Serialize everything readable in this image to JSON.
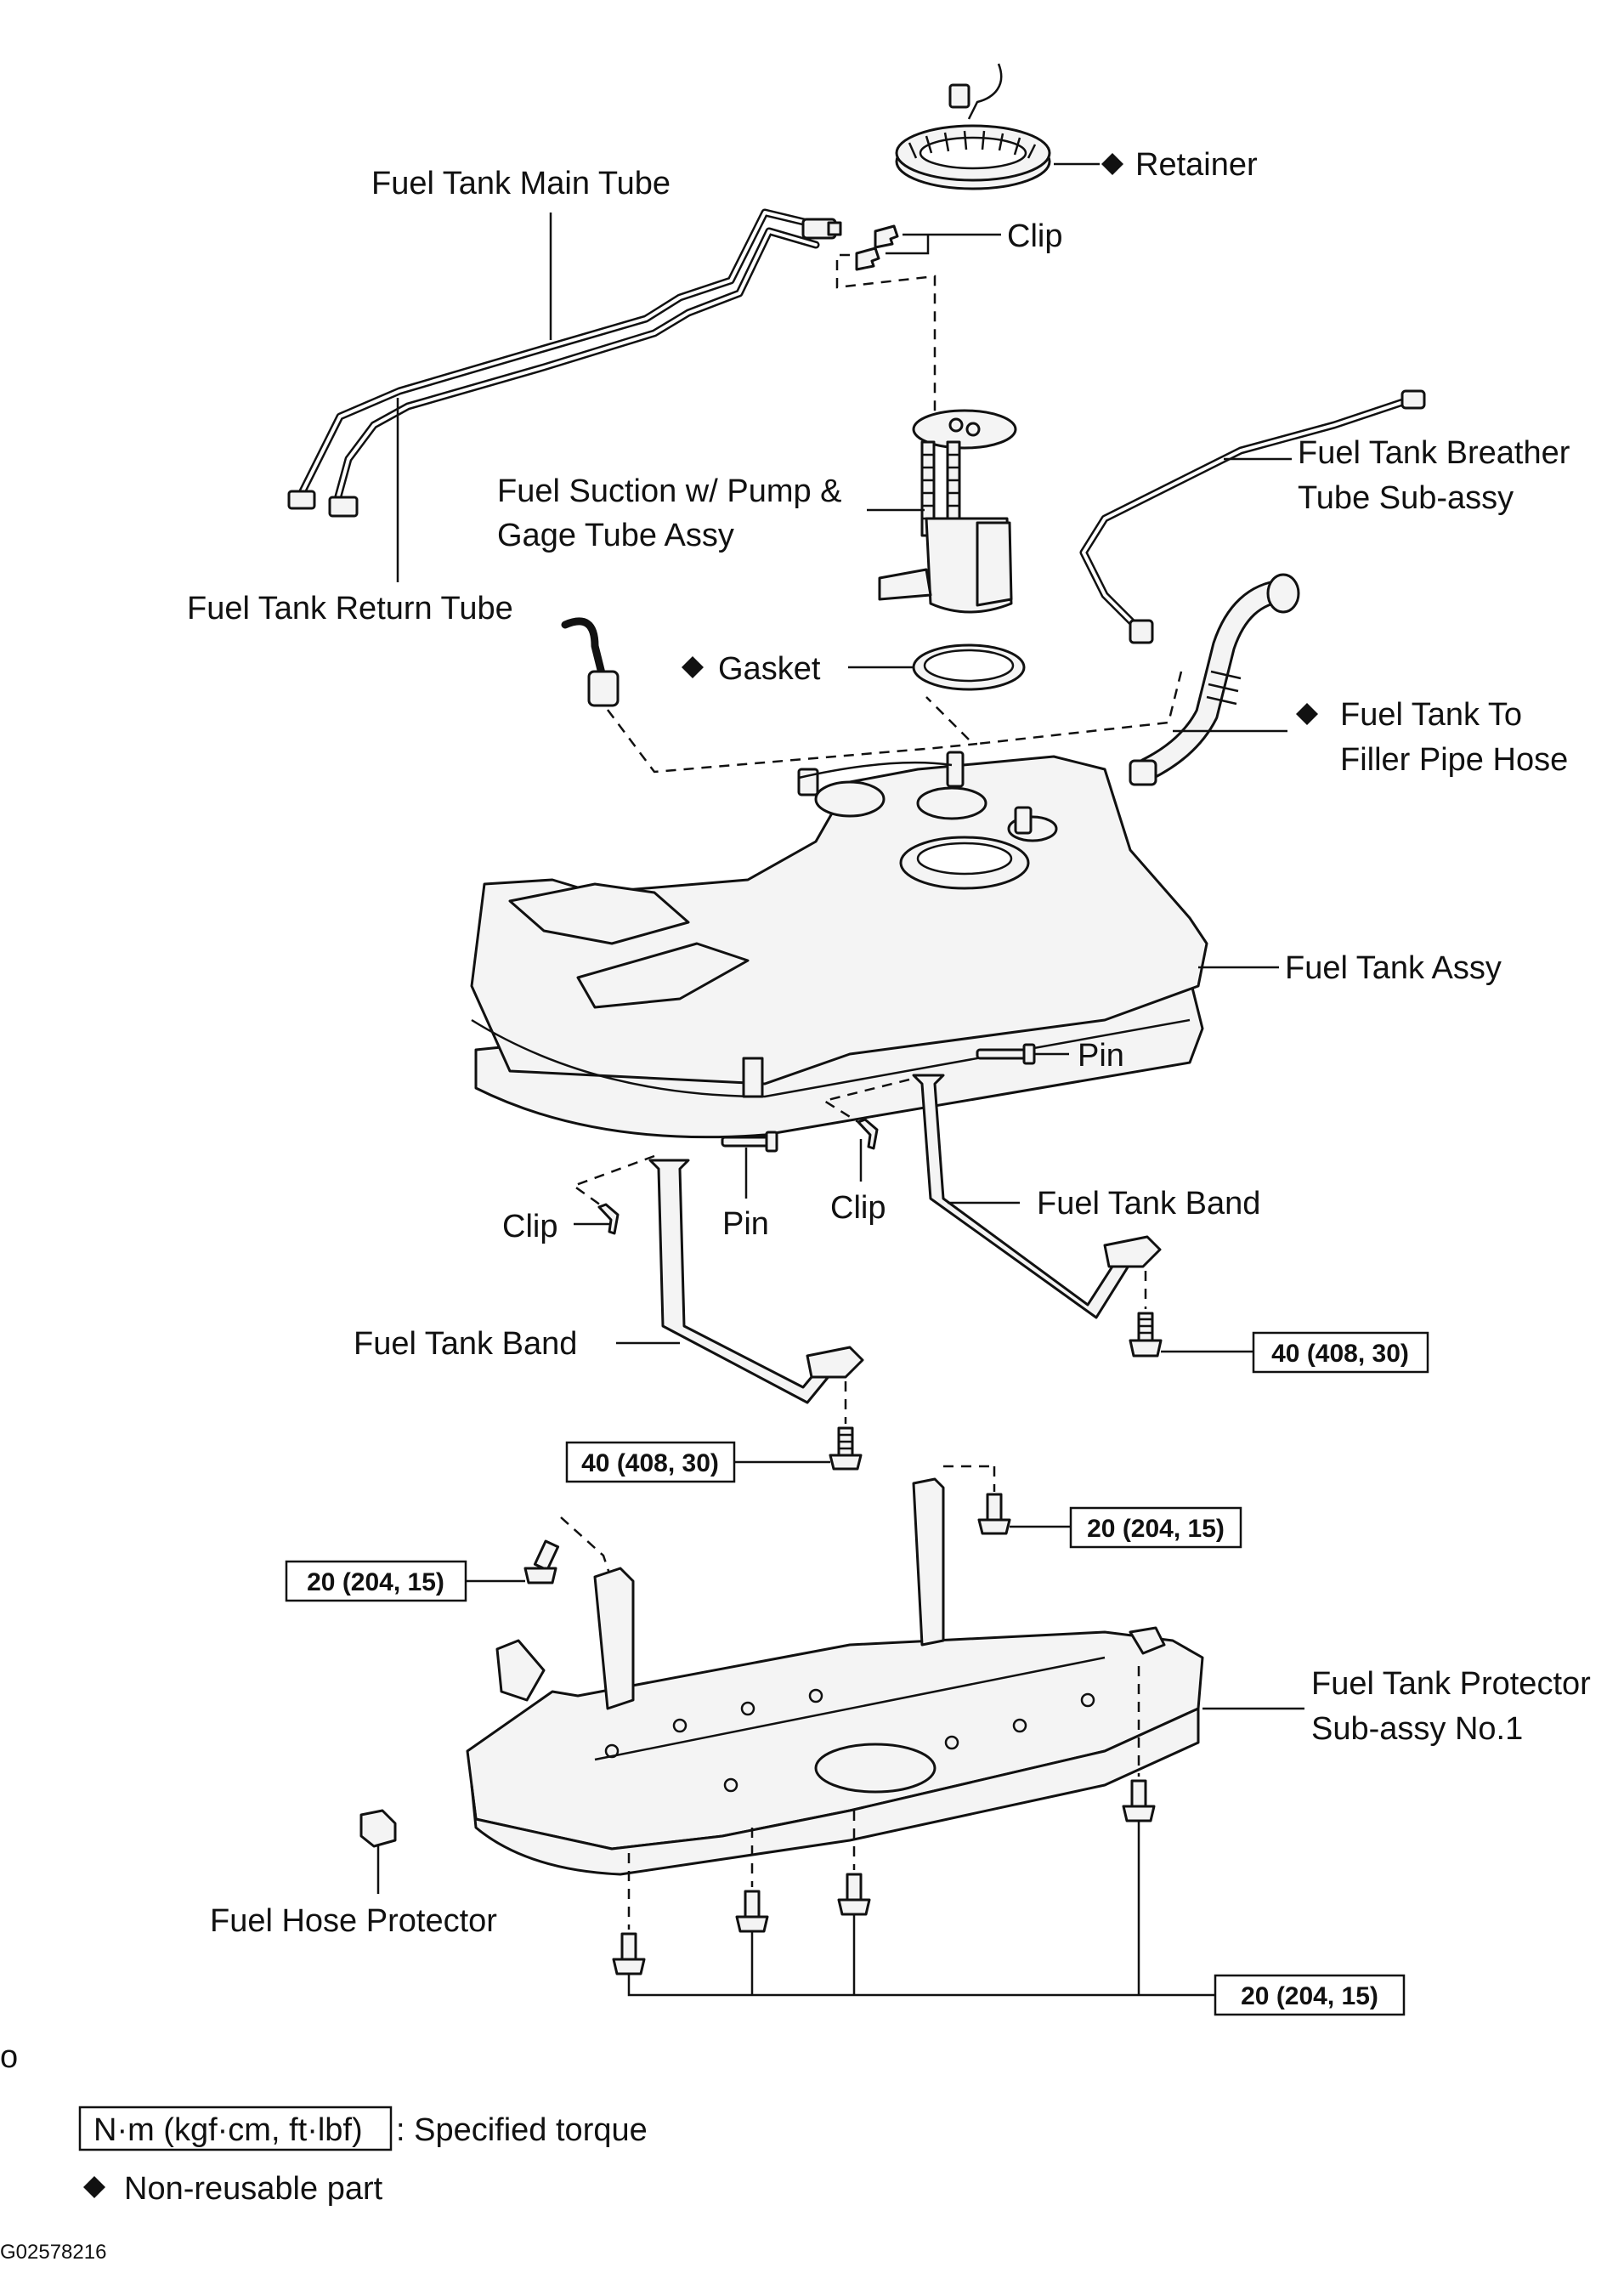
{
  "labels": {
    "retainer": "Retainer",
    "main_tube": "Fuel Tank Main Tube",
    "clip_top": "Clip",
    "breather_1": "Fuel Tank Breather",
    "breather_2": "Tube Sub-assy",
    "suction_1": "Fuel Suction w/ Pump &",
    "suction_2": "Gage Tube Assy",
    "return_tube": "Fuel Tank Return Tube",
    "gasket": "Gasket",
    "filler_1": "Fuel Tank To",
    "filler_2": "Filler Pipe Hose",
    "tank_assy": "Fuel Tank Assy",
    "pin_right": "Pin",
    "clip_left": "Clip",
    "pin_left": "Pin",
    "clip_mid": "Clip",
    "band_right": "Fuel Tank Band",
    "band_left": "Fuel Tank Band",
    "protector_1": "Fuel Tank Protector",
    "protector_2": "Sub-assy No.1",
    "hose_protector": "Fuel Hose Protector"
  },
  "torques": {
    "band_right": "40 (408, 30)",
    "band_left": "40 (408, 30)",
    "protector_right": "20 (204, 15)",
    "protector_left": "20 (204, 15)",
    "protector_bottom": "20 (204, 15)"
  },
  "legend": {
    "stray_mark": "o",
    "torque_unit": "N·m (kgf·cm, ft·lbf)",
    "torque_text": ": Specified torque",
    "nonreusable_text": "Non-reusable part"
  },
  "figure_code": "G02578216"
}
